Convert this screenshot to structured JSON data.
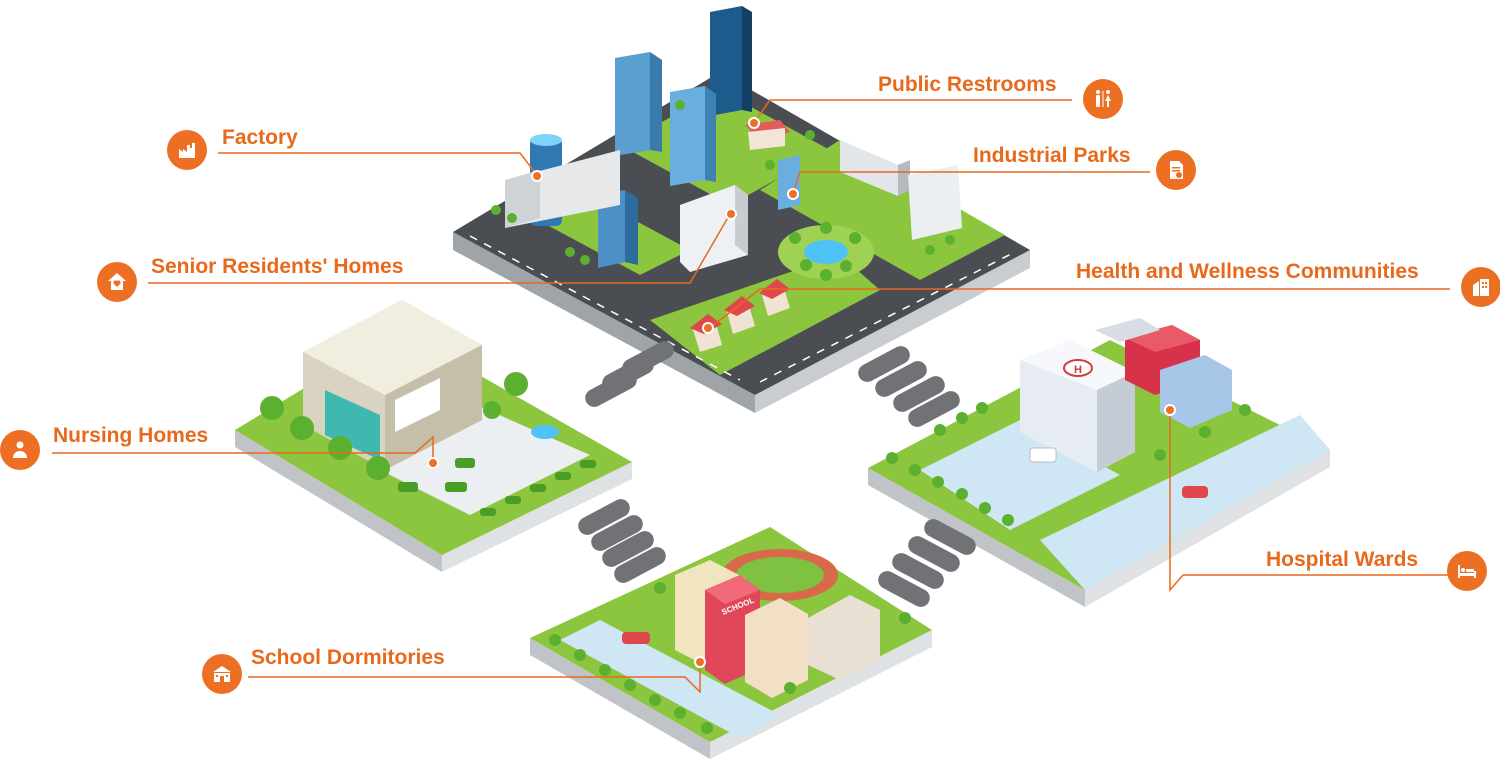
{
  "colors": {
    "accent": "#ec6f24",
    "label_text": "#e8691c",
    "grass": "#8cc63f",
    "road": "#4a4d52",
    "platform_side": "#b9bdc2"
  },
  "scenes": {
    "labels": [
      {
        "id": "factory",
        "text": "Factory",
        "icon": "factory-icon"
      },
      {
        "id": "public-restrooms",
        "text": "Public Restrooms",
        "icon": "restroom-icon"
      },
      {
        "id": "industrial-parks",
        "text": "Industrial Parks",
        "icon": "document-icon"
      },
      {
        "id": "senior-residents-homes",
        "text": "Senior Residents' Homes",
        "icon": "heart-house-icon"
      },
      {
        "id": "health-wellness",
        "text": "Health and Wellness Communities",
        "icon": "building-icon"
      },
      {
        "id": "nursing-homes",
        "text": "Nursing Homes",
        "icon": "elderly-person-icon"
      },
      {
        "id": "hospital-wards",
        "text": "Hospital Wards",
        "icon": "hospital-bed-icon"
      },
      {
        "id": "school-dormitories",
        "text": "School Dormitories",
        "icon": "school-icon"
      }
    ],
    "building_signs": {
      "hospital_helipad": "H",
      "school_sign": "SCHOOL"
    }
  }
}
